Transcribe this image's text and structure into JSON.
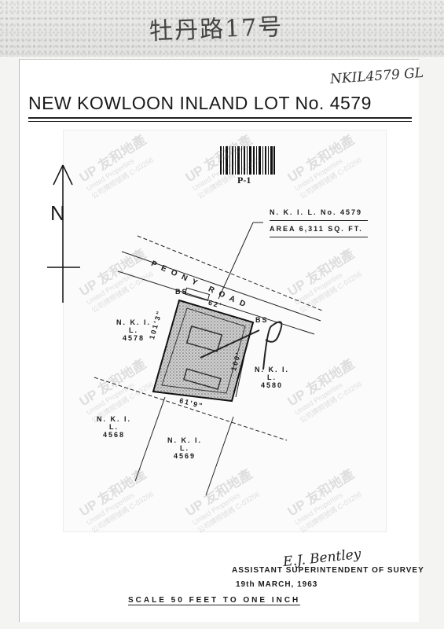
{
  "header": {
    "handwritten_street": "牡丹路17号",
    "reference_code": "NKIL4579 GL",
    "title": "NEW KOWLOON INLAND LOT No. 4579"
  },
  "barcode": {
    "label": "P-1"
  },
  "north_arrow": {
    "letter": "N"
  },
  "lot_info": {
    "lot_no": "N. K. I. L. No. 4579",
    "area": "AREA 6,311 SQ. FT."
  },
  "road": {
    "name": "PEONY ROAD"
  },
  "plan_labels": {
    "bs_top": "BS",
    "bs_right": "BS",
    "dim_north": "62'",
    "dim_south": "61'9\"",
    "dim_west": "101'3\"",
    "dim_east": "100'",
    "adjacent": [
      {
        "line1": "N. K. I. L.",
        "line2": "4578"
      },
      {
        "line1": "N. K. I. L.",
        "line2": "4580"
      },
      {
        "line1": "N. K. I. L.",
        "line2": "4568"
      },
      {
        "line1": "N. K. I. L.",
        "line2": "4569"
      }
    ]
  },
  "watermark": {
    "cn": "友和地產",
    "en": "United Properties",
    "sub": "公司牌照號碼 C-03256",
    "badge": "UP"
  },
  "footer": {
    "signature": "E.J. Bentley",
    "officer": "ASSISTANT SUPERINTENDENT OF SURVEY",
    "date": "19th MARCH, 1963",
    "scale": "SCALE 50 FEET TO ONE INCH"
  },
  "colors": {
    "ink": "#1a1a1a",
    "paper": "#ffffff",
    "watermark": "#787878"
  }
}
